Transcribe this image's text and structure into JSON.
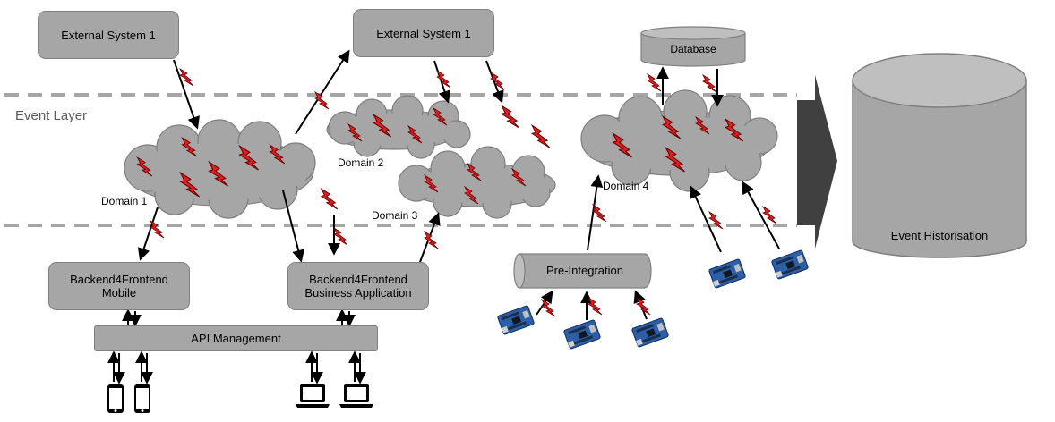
{
  "layer": {
    "label": "Event Layer"
  },
  "external_systems": [
    {
      "label": "External System 1"
    },
    {
      "label": "External System 1"
    }
  ],
  "database": {
    "label": "Database"
  },
  "historisation": {
    "label": "Event Historisation"
  },
  "domains": [
    {
      "label": "Domain 1"
    },
    {
      "label": "Domain 2"
    },
    {
      "label": "Domain 3"
    },
    {
      "label": "Domain 4"
    }
  ],
  "backends": [
    {
      "line1": "Backend4Frontend",
      "line2": "Mobile"
    },
    {
      "line1": "Backend4Frontend",
      "line2": "Business Application"
    }
  ],
  "api_management": {
    "label": "API Management"
  },
  "pre_integration": {
    "label": "Pre-Integration"
  },
  "colors": {
    "box": "#a6a6a6",
    "event": "#e02020",
    "arrow": "#000000",
    "dash": "#a6a6a6",
    "board": "#1f4e9a",
    "funnel": "#404040"
  }
}
